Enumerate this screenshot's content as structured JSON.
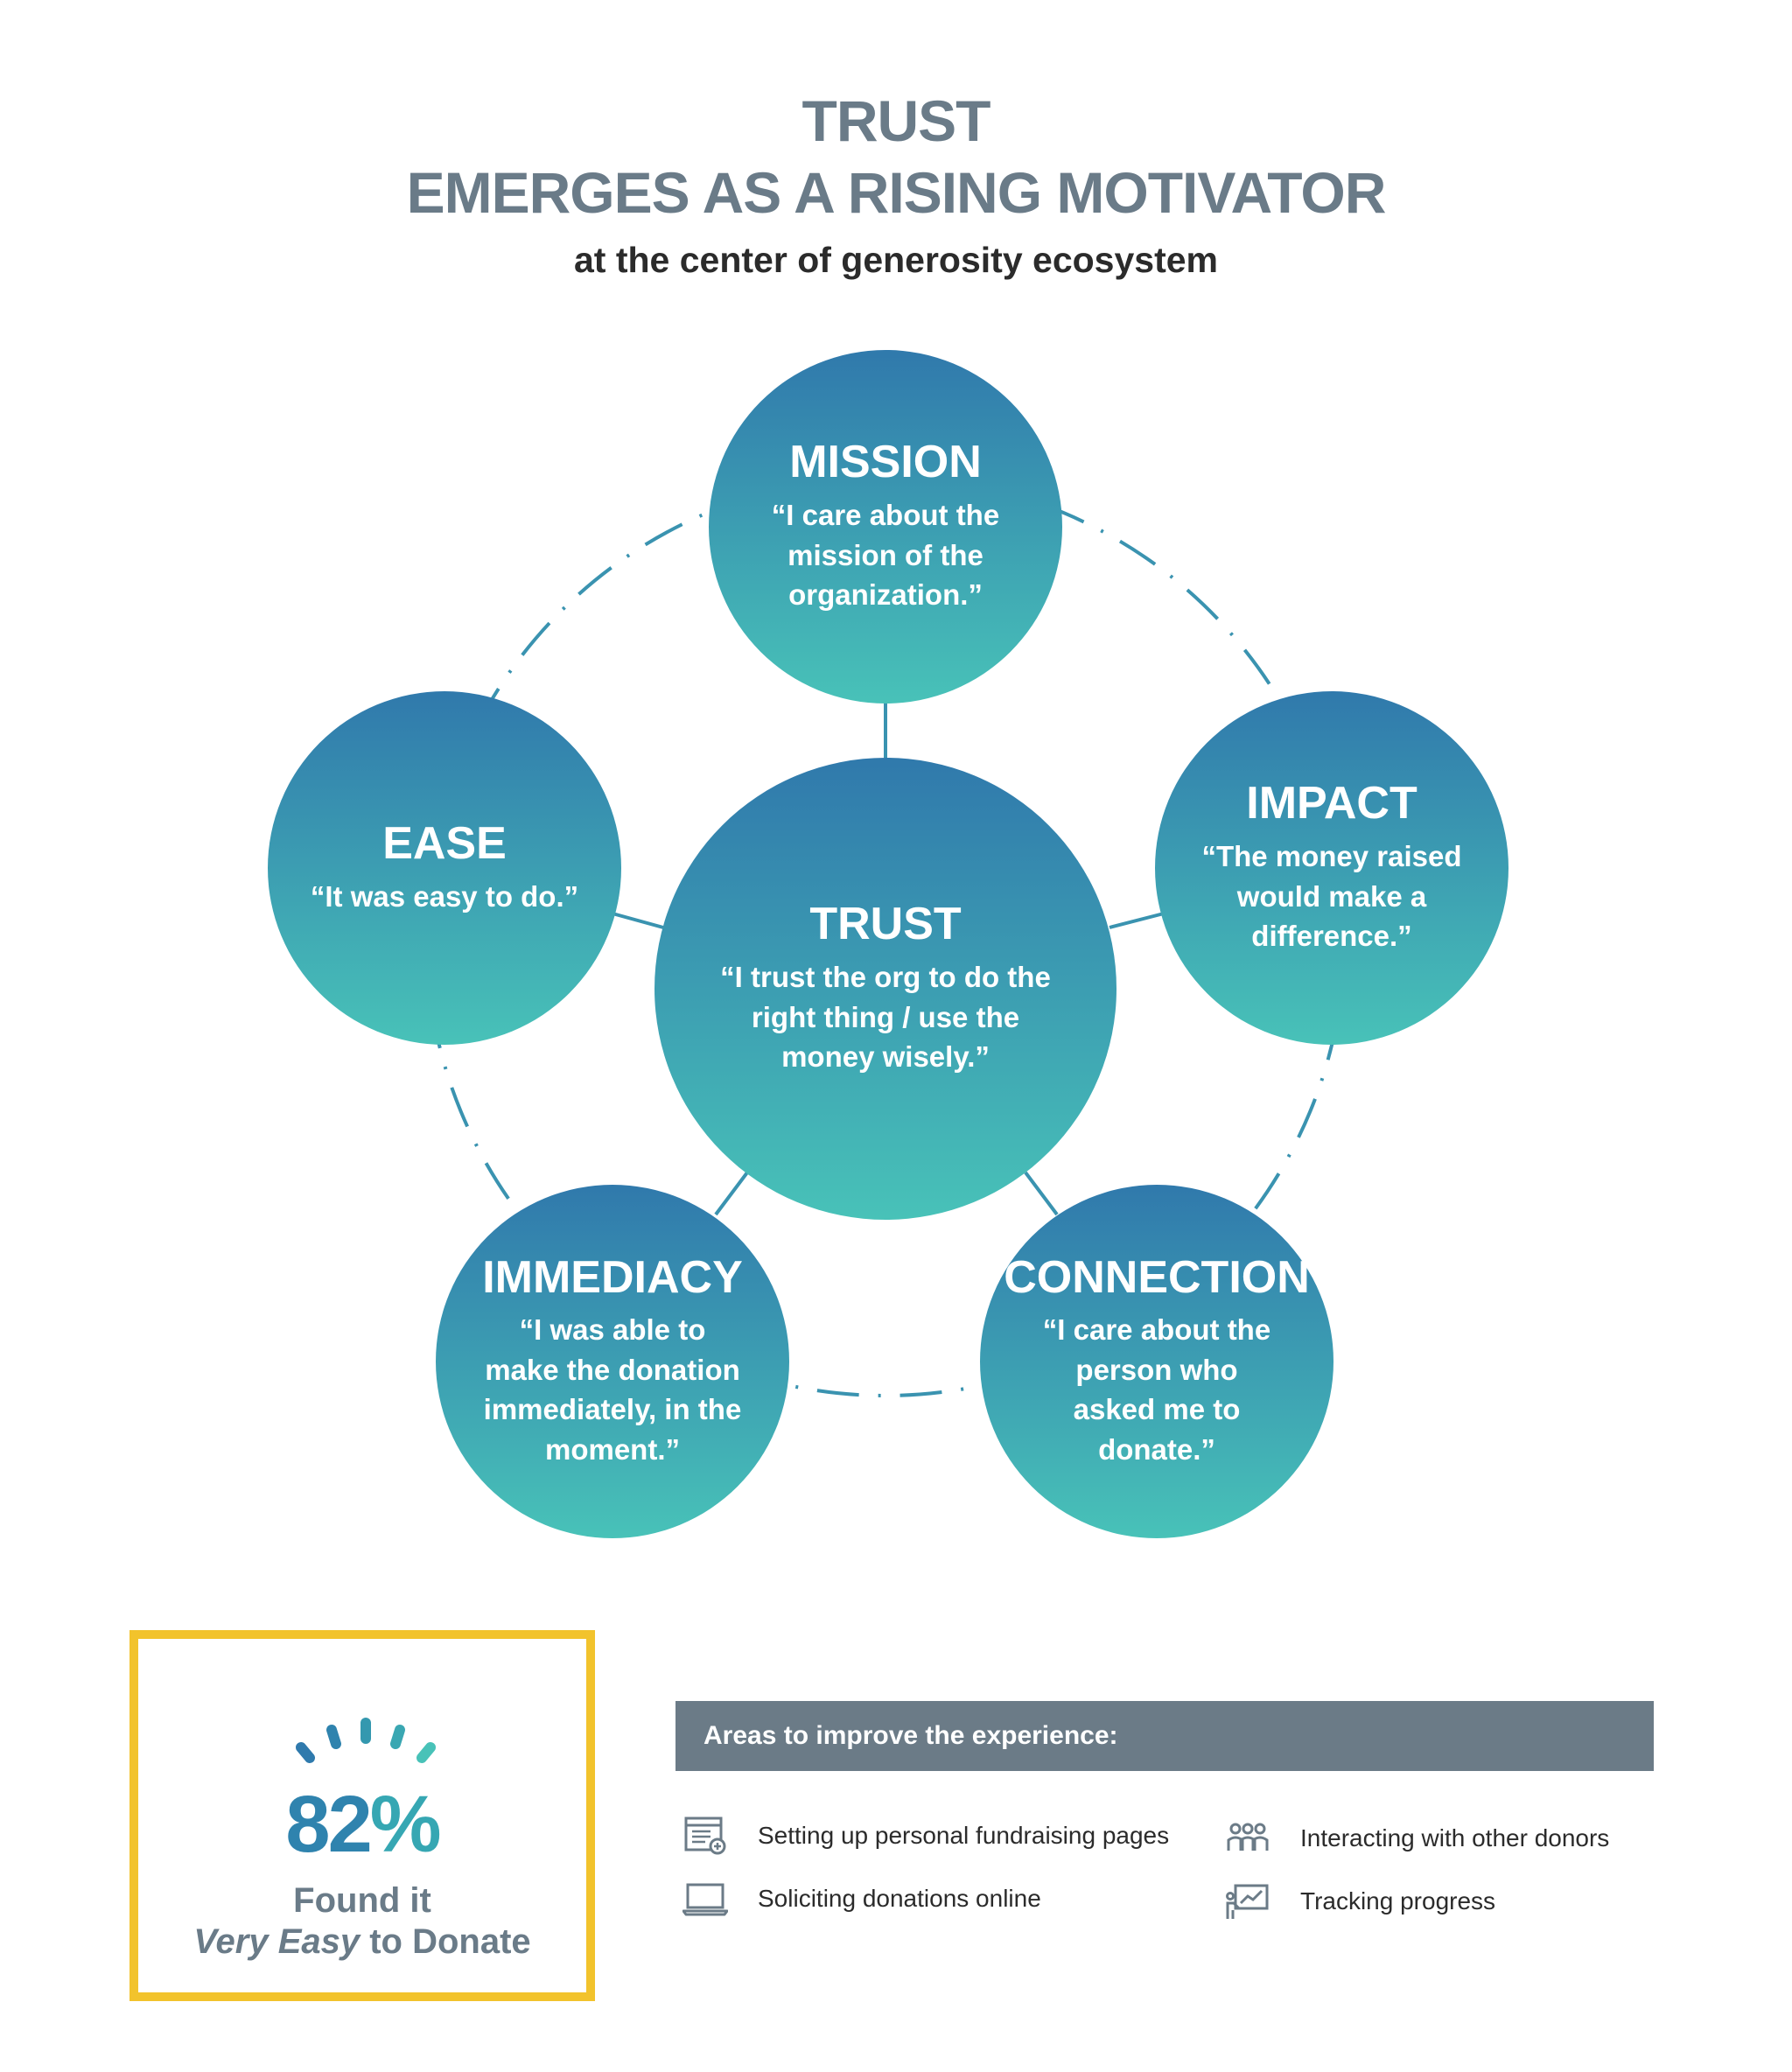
{
  "header": {
    "title_line1": "TRUST",
    "title_line2": "EMERGES AS A RISING MOTIVATOR",
    "subtitle": "at the center of generosity ecosystem"
  },
  "diagram": {
    "center": {
      "title": "TRUST",
      "quote": "“I trust the org to do the right thing / use the money wisely.”"
    },
    "nodes": [
      {
        "title": "MISSION",
        "quote": "“I care about the mission of the organization.”"
      },
      {
        "title": "IMPACT",
        "quote": "“The money raised would make a difference.”"
      },
      {
        "title": "CONNECTION",
        "quote": "“I care about the person who asked me to donate.”"
      },
      {
        "title": "IMMEDIACY",
        "quote": "“I was able to make the donation immediately, in the moment.”"
      },
      {
        "title": "EASE",
        "quote": "“It was easy to do.”"
      }
    ]
  },
  "stat": {
    "number": "82",
    "percent_sign": "%",
    "line1": "Found it",
    "line2_emphasis": "Very Easy",
    "line2_rest": " to Donate",
    "icon": "sparkle-burst-icon"
  },
  "improvements": {
    "header": "Areas to improve the experience:",
    "items": [
      {
        "label": "Setting up personal fundraising pages",
        "icon": "webpage-add-icon"
      },
      {
        "label": "Soliciting donations online",
        "icon": "laptop-icon"
      },
      {
        "label": "Interacting with other donors",
        "icon": "people-group-icon"
      },
      {
        "label": "Tracking progress",
        "icon": "chart-presentation-icon"
      }
    ]
  },
  "colors": {
    "title": "#6a7b88",
    "circle_top": "#2f7aad",
    "circle_bottom": "#48c2b8",
    "stat_border": "#f2c32c",
    "header_bar": "#6b7b87"
  }
}
